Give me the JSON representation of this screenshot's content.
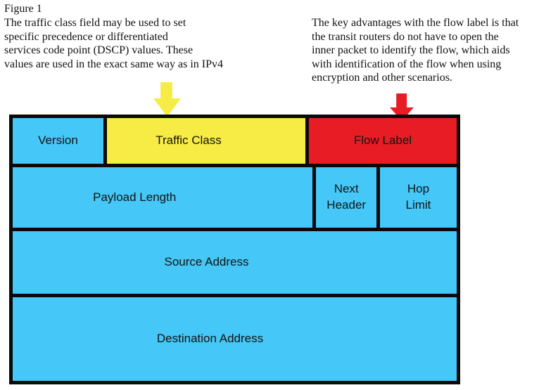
{
  "figure": {
    "title": "Figure 1"
  },
  "notes": {
    "traffic_class": "The traffic class field may be used to set\nspecific precedence or differentiated\nservices code point (DSCP) values. These\nvalues are used in the exact same way as in IPv4",
    "flow_label": "The key advantages with the flow label is that\nthe transit routers do not have to open the\ninner packet to identify the flow, which aids\nwith identification of the flow when using\nencryption and other scenarios."
  },
  "arrows": {
    "traffic_class": {
      "icon": "down-block-arrow",
      "color": "#F6EC45"
    },
    "flow_label": {
      "icon": "down-block-arrow",
      "color": "#E81C24"
    }
  },
  "diagram": {
    "border_color": "#0a0a0a",
    "rows": [
      {
        "cells": [
          {
            "label": "Version",
            "color": "#45C7F7"
          },
          {
            "label": "Traffic Class",
            "color": "#F6EC45"
          },
          {
            "label": "Flow Label",
            "color": "#E81C24"
          }
        ]
      },
      {
        "cells": [
          {
            "label": "Payload Length",
            "color": "#45C7F7"
          },
          {
            "label": "Next\nHeader",
            "color": "#45C7F7"
          },
          {
            "label": "Hop\nLimit",
            "color": "#45C7F7"
          }
        ]
      },
      {
        "cells": [
          {
            "label": "Source Address",
            "color": "#45C7F7"
          }
        ]
      },
      {
        "cells": [
          {
            "label": "Destination Address",
            "color": "#45C7F7"
          }
        ]
      }
    ]
  }
}
